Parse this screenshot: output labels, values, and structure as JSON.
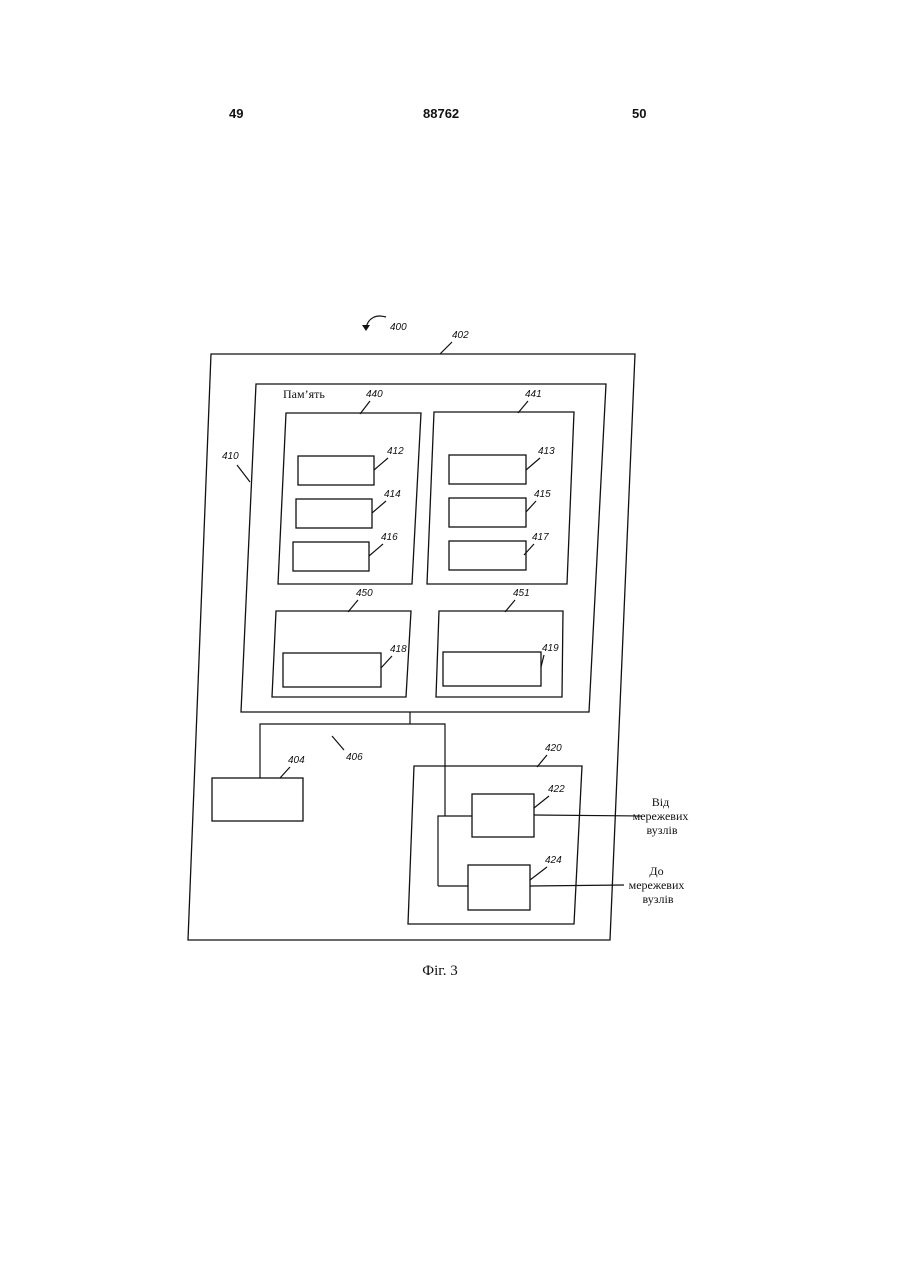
{
  "header": {
    "left_page": "49",
    "doc_number": "88762",
    "right_page": "50"
  },
  "figure": {
    "ref_device": "400",
    "ref_outer": "402",
    "ref_memory": "410",
    "memory_label": "Пам’ять",
    "ref_440": "440",
    "ref_441": "441",
    "ref_412": "412",
    "ref_414": "414",
    "ref_416": "416",
    "ref_413": "413",
    "ref_415": "415",
    "ref_417": "417",
    "ref_450": "450",
    "ref_451": "451",
    "ref_418": "418",
    "ref_419": "419",
    "ref_bus": "406",
    "ref_404": "404",
    "ref_420": "420",
    "ref_422": "422",
    "ref_424": "424",
    "from_nodes": [
      "Від",
      "мережевих",
      "вузлів"
    ],
    "to_nodes": [
      "До",
      "мережевих",
      "вузлів"
    ],
    "caption": "Фіг. 3"
  }
}
